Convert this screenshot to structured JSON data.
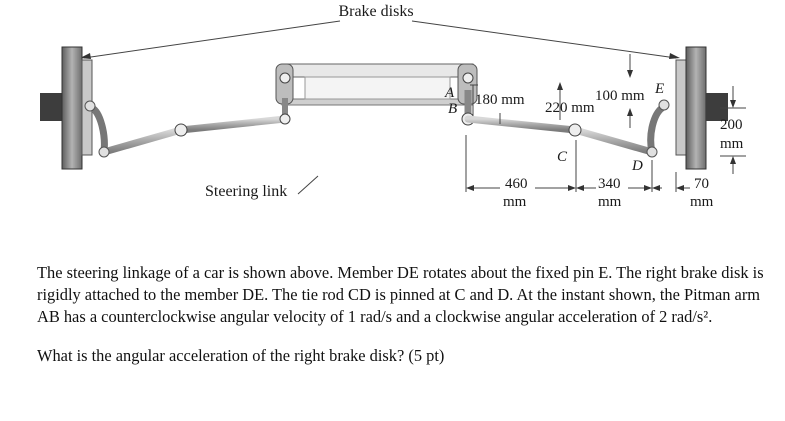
{
  "figure": {
    "title": "Brake disks",
    "steering_link": "Steering link",
    "points": {
      "A": "A",
      "B": "B",
      "C": "C",
      "D": "D",
      "E": "E"
    },
    "dims": {
      "d180": "180 mm",
      "d220": "220 mm",
      "d100": "100 mm",
      "d200_num": "200",
      "d200_unit": "mm",
      "d460_num": "460",
      "d460_unit": "mm",
      "d340_num": "340",
      "d340_unit": "mm",
      "d70_num": "70",
      "d70_unit": "mm"
    }
  },
  "problem": {
    "line1": "The steering linkage of a car is shown above. Member DE rotates about the fixed pin E. The right brake disk is rigidly attached to the member DE. The tie rod CD is pinned at C and D. At the instant shown, the Pitman arm AB has a counterclockwise angular velocity of 1 rad/s and a clockwise angular acceleration of 2 rad/s².",
    "question": "What is the angular acceleration of the right brake disk? (5 pt)"
  }
}
